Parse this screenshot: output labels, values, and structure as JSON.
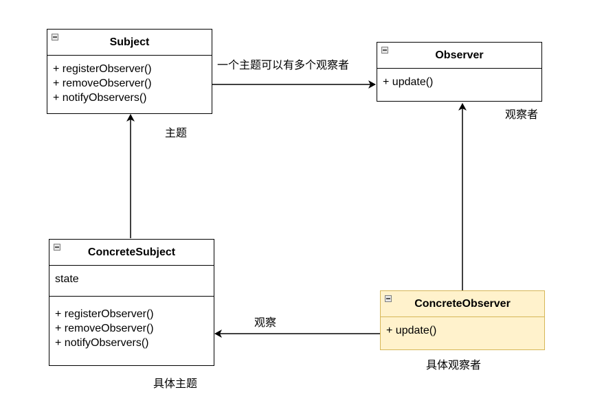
{
  "classes": {
    "subject": {
      "name": "Subject",
      "methods": [
        "+ registerObserver()",
        "+ removeObserver()",
        "+ notifyObservers()"
      ]
    },
    "observer": {
      "name": "Observer",
      "methods": [
        "+ update()"
      ]
    },
    "concrete_subject": {
      "name": "ConcreteSubject",
      "attributes": [
        "state"
      ],
      "methods": [
        "+ registerObserver()",
        "+ removeObserver()",
        "+ notifyObservers()"
      ]
    },
    "concrete_observer": {
      "name": "ConcreteObserver",
      "methods": [
        "+ update()"
      ]
    }
  },
  "labels": {
    "subject_observer_edge": "一个主题可以有多个观察者",
    "observer_caption": "观察者",
    "subject_caption": "主题",
    "observe_edge": "观察",
    "concrete_observer_caption": "具体观察者",
    "concrete_subject_caption": "具体主题"
  },
  "colors": {
    "highlight_fill": "#fff2cc",
    "highlight_stroke": "#d6b656"
  }
}
